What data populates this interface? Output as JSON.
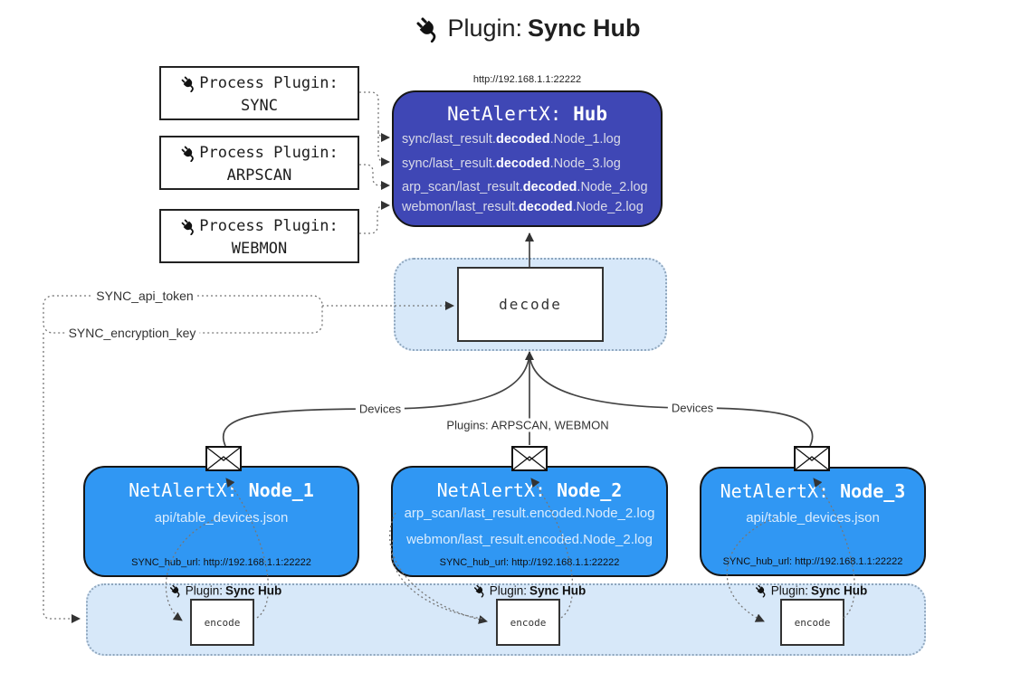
{
  "title": {
    "label": "Plugin:",
    "name": "Sync Hub"
  },
  "hub": {
    "url": "http://192.168.1.1:22222",
    "name_prefix": "NetAlertX: ",
    "name": "Hub",
    "files": [
      {
        "pre": "sync/last_result.",
        "bold": "decoded",
        "post": ".Node_1.log"
      },
      {
        "pre": "sync/last_result.",
        "bold": "decoded",
        "post": ".Node_3.log"
      },
      {
        "pre": "arp_scan/last_result.",
        "bold": "decoded",
        "post": ".Node_2.log"
      },
      {
        "pre": "webmon/last_result.",
        "bold": "decoded",
        "post": ".Node_2.log"
      }
    ]
  },
  "process_plugins": [
    {
      "label": "Process Plugin:",
      "name": "SYNC"
    },
    {
      "label": "Process Plugin:",
      "name": "ARPSCAN"
    },
    {
      "label": "Process Plugin:",
      "name": "WEBMON"
    }
  ],
  "decode": {
    "label": "decode"
  },
  "settings": {
    "api_token": "SYNC_api_token",
    "encryption_key": "SYNC_encryption_key"
  },
  "edges": {
    "devices_left": "Devices",
    "devices_right": "Devices",
    "plugins_mid": "Plugins: ARPSCAN, WEBMON"
  },
  "nodes": [
    {
      "name_prefix": "NetAlertX: ",
      "name": "Node_1",
      "files": [
        "api/table_devices.json"
      ],
      "hub_url": "SYNC_hub_url: http://192.168.1.1:22222"
    },
    {
      "name_prefix": "NetAlertX: ",
      "name": "Node_2",
      "files": [
        "arp_scan/last_result.encoded.Node_2.log",
        "webmon/last_result.encoded.Node_2.log"
      ],
      "hub_url": "SYNC_hub_url: http://192.168.1.1:22222"
    },
    {
      "name_prefix": "NetAlertX: ",
      "name": "Node_3",
      "files": [
        "api/table_devices.json"
      ],
      "hub_url": "SYNC_hub_url: http://192.168.1.1:22222"
    }
  ],
  "sync_plugin": {
    "label": "Plugin:",
    "name": "Sync Hub",
    "encode_label": "encode"
  },
  "colors": {
    "hub_fill": "#3f47b5",
    "node_fill": "#3097f3",
    "container_fill": "#d7e8f9",
    "line_dark": "#333333",
    "dotted_gray": "#777777"
  }
}
